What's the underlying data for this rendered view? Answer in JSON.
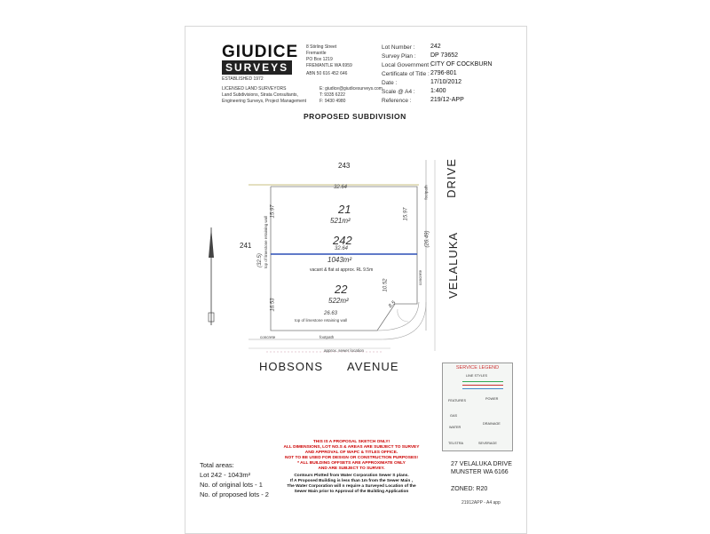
{
  "firm": {
    "name": "GIUDICE",
    "name2": "SURVEYS",
    "established": "ESTABLISHED 1972",
    "addr1": "8 Stirling Street",
    "addr2": "Fremantle",
    "addr3": "PO Box 1219",
    "addr4": "FREMANTLE WA 6959",
    "abn": "ABN 50 616 452 646",
    "desc1": "LICENSED LAND SURVEYORS",
    "desc2": "Land Subdivisions, Strata Consultants,",
    "desc3": "Engineering Surveys, Project Management",
    "email": "E: giudice@giudicesurveys.com",
    "tel": "T: 9335 6222",
    "fax": "F: 9430 4980"
  },
  "info": [
    {
      "label": "Lot Number :",
      "value": "242"
    },
    {
      "label": "Survey Plan :",
      "value": "DP 73652"
    },
    {
      "label": "Local Government :",
      "value": "CITY OF COCKBURN"
    },
    {
      "label": "Certificate of Title :",
      "value": "2796-801"
    },
    {
      "label": "Date :",
      "value": "17/10/2012"
    },
    {
      "label": "Scale @ A4 :",
      "value": "1:400"
    },
    {
      "label": "Reference :",
      "value": "219/12-APP"
    }
  ],
  "title": "PROPOSED SUBDIVISION",
  "plan": {
    "lot_north": "243",
    "lot_west": "241",
    "top_width": "32.64",
    "lot21_num": "21",
    "lot21_area": "521m²",
    "lot21_depth": "15.97",
    "lot21_east": "15.97",
    "lot242_num": "242",
    "lot242_width": "32.64",
    "lot242_area": "1043m²",
    "west_total": "(32.5)",
    "east_total": "(26.49)",
    "note_vacant": "vacant & flat at approx. RL 9.5m",
    "retaining_wall_side": "top of limestone retaining wall",
    "lot22_num": "22",
    "lot22_area": "522m²",
    "lot22_depth": "16.53",
    "lot22_east": "10.52",
    "truncation": "8.5",
    "bottom_width": "26.63",
    "retaining_wall_bottom": "top of limestone retaining wall",
    "concrete_bottom": "concrete",
    "footpath_bottom": "footpath",
    "concrete_east": "concrete",
    "footpath_east": "footpath",
    "sewer": "approx. sewer location"
  },
  "streets": {
    "hobsons": "HOBSONS",
    "avenue": "AVENUE",
    "velaluka": "VELALUKA",
    "drive": "DRIVE"
  },
  "legend": {
    "title": "SERVICE LEGEND",
    "line_styles": "LINE STYLES",
    "features": "FEATURES",
    "power": "POWER",
    "gas": "GAS",
    "water": "WATER",
    "drainage": "DRAINAGE",
    "telstra": "TELSTRA",
    "sewerage": "SEVERAGE"
  },
  "warning": [
    "THIS IS A PROPOSAL SKETCH ONLY!",
    "ALL DIMENSIONS, LOT NO.S & AREAS ARE SUBJECT TO SURVEY",
    "AND APPROVAL OF WAPC & TITLES OFFICE.",
    "NOT TO BE USED FOR DESIGN OR CONSTRUCTION PURPOSES!",
    "* ALL BUILDING OFFSETS ARE APPROXIMATE ONLY",
    "AND ARE SUBJECT TO SURVEY."
  ],
  "contours": [
    "Contours Plotted from Water Corporation Sewer S plans.",
    "If A Proposed Building is less than 1m from the Sewer Main ,",
    "The Water Corporation will n require a Surveyed Location of the",
    "Sewer Main prior to Approval of the Building Application"
  ],
  "totals": {
    "heading": "Total areas:",
    "lot": "Lot 242 - 1043m²",
    "original": "No. of original lots - 1",
    "proposed": "No. of proposed lots - 2"
  },
  "address": {
    "line1": "27 VELALUKA DRIVE",
    "line2": "MUNSTER  WA  6166",
    "zoned": "ZONED: R20"
  },
  "footer_ref": "21912APP - A4 app"
}
